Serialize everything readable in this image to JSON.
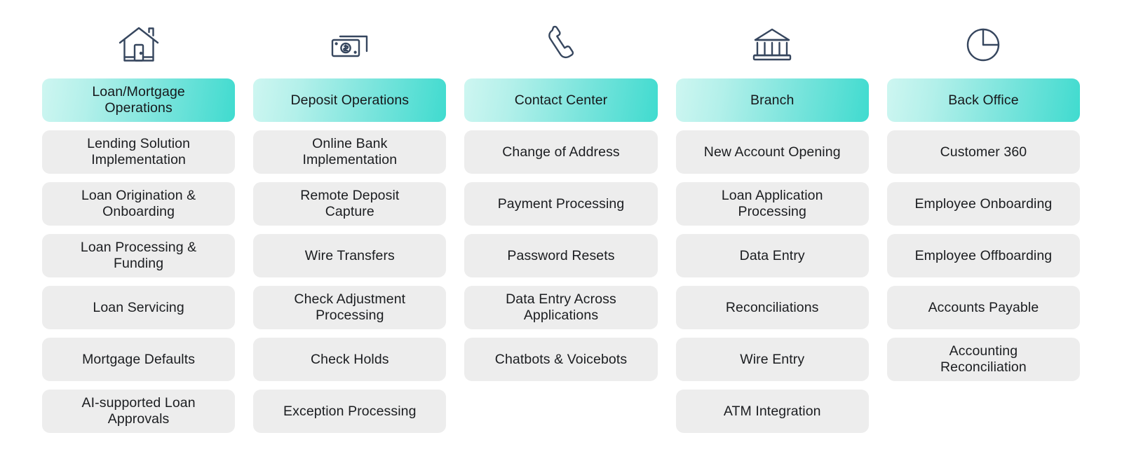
{
  "palette": {
    "gradient_light": "#CEF6F1",
    "gradient_dark": "#40DBCF",
    "pill_grey": "#EDEDED",
    "text": "#1B1D20",
    "icon_stroke": "#36465E",
    "background": "#FFFFFF"
  },
  "columns": [
    {
      "icon": "house-icon",
      "header": "Loan/Mortgage\nOperations",
      "items": [
        "Lending Solution\nImplementation",
        "Loan Origination &\nOnboarding",
        "Loan Processing &\nFunding",
        "Loan Servicing",
        "Mortgage Defaults",
        "AI-supported Loan\nApprovals"
      ]
    },
    {
      "icon": "banknotes-icon",
      "header": "Deposit Operations",
      "items": [
        "Online Bank\nImplementation",
        "Remote Deposit\nCapture",
        "Wire Transfers",
        "Check Adjustment\nProcessing",
        "Check Holds",
        "Exception Processing"
      ]
    },
    {
      "icon": "phone-handset-icon",
      "header": "Contact Center",
      "items": [
        "Change of Address",
        "Payment Processing",
        "Password Resets",
        "Data Entry Across\nApplications",
        "Chatbots & Voicebots"
      ]
    },
    {
      "icon": "bank-building-icon",
      "header": "Branch",
      "items": [
        "New Account Opening",
        "Loan Application\nProcessing",
        "Data Entry",
        "Reconciliations",
        "Wire Entry",
        "ATM Integration"
      ]
    },
    {
      "icon": "pie-chart-icon",
      "header": "Back Office",
      "items": [
        "Customer 360",
        "Employee Onboarding",
        "Employee Offboarding",
        "Accounts Payable",
        "Accounting\nReconciliation"
      ]
    }
  ]
}
